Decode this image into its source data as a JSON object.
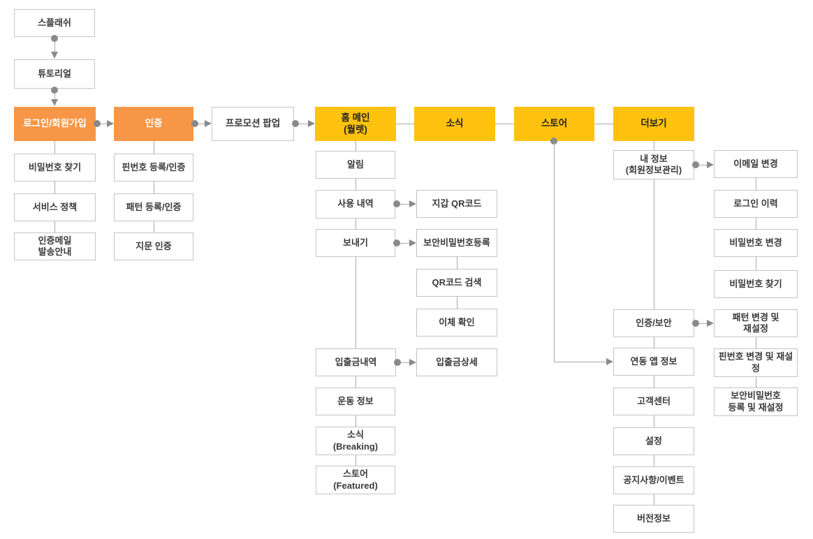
{
  "colors": {
    "primary_orange": "#F79646",
    "primary_yellow": "#FFC20E",
    "box_border": "#c4c4c4",
    "line_gray": "#a9a9a9",
    "connector_gray": "#8a8a8a",
    "text": "#3a3a3a"
  },
  "nodes": {
    "splash": {
      "label": "스플래쉬"
    },
    "tutorial": {
      "label": "튜토리얼"
    },
    "login": {
      "label": "로그인/회원가입"
    },
    "find_password": {
      "label": "비밀번호 찾기"
    },
    "service_policy": {
      "label": "서비스 정책"
    },
    "auth_mail": {
      "label": "인증메일\n발송안내"
    },
    "auth": {
      "label": "인증"
    },
    "pin_auth": {
      "label": "핀번호 등록/인증"
    },
    "pattern_auth": {
      "label": "패턴 등록/인증"
    },
    "fingerprint": {
      "label": "지문 인증"
    },
    "promo": {
      "label": "프로모션 팝업"
    },
    "home": {
      "label": "홈 메인\n(월렛)"
    },
    "news": {
      "label": "소식"
    },
    "store": {
      "label": "스토어"
    },
    "more": {
      "label": "더보기"
    },
    "notification": {
      "label": "알림"
    },
    "usage": {
      "label": "사용 내역"
    },
    "wallet_qr": {
      "label": "지갑 QR코드"
    },
    "send": {
      "label": "보내기"
    },
    "security_pw_register": {
      "label": "보안비밀번호등록"
    },
    "qr_search": {
      "label": "QR코드 검색"
    },
    "transfer_confirm": {
      "label": "이체 확인"
    },
    "tx_history": {
      "label": "입출금내역"
    },
    "tx_detail": {
      "label": "입출금상세"
    },
    "exercise": {
      "label": "운동 정보"
    },
    "news_breaking": {
      "label": "소식\n(Breaking)"
    },
    "store_featured": {
      "label": "스토어\n(Featured)"
    },
    "my_info": {
      "label": "내 정보\n(회원정보관리)"
    },
    "email_change": {
      "label": "이메일 변경"
    },
    "login_history": {
      "label": "로그인 이력"
    },
    "pw_change": {
      "label": "비밀번호 변경"
    },
    "pw_find": {
      "label": "비밀번호 찾기"
    },
    "auth_security": {
      "label": "인증/보안"
    },
    "pattern_reset": {
      "label": "패턴 변경 및\n재설정"
    },
    "linked_apps": {
      "label": "연동 앱 정보"
    },
    "pin_reset": {
      "label": "핀번호 변경 및 재설\n정"
    },
    "customer_center": {
      "label": "고객센터"
    },
    "security_pw_reset": {
      "label": "보안비밀번호\n등록 및 재설정"
    },
    "settings": {
      "label": "설정"
    },
    "notices": {
      "label": "공지사항/이벤트"
    },
    "version": {
      "label": "버전정보"
    }
  },
  "edges": {
    "dot_arrow": [
      [
        "splash",
        "tutorial"
      ],
      [
        "tutorial",
        "login"
      ],
      [
        "login",
        "auth"
      ],
      [
        "auth",
        "promo"
      ],
      [
        "promo",
        "home"
      ],
      [
        "usage",
        "wallet_qr"
      ],
      [
        "send",
        "security_pw_register"
      ],
      [
        "tx_history",
        "tx_detail"
      ],
      [
        "my_info",
        "email_change"
      ],
      [
        "auth_security",
        "pattern_reset"
      ],
      [
        "store",
        "linked_apps"
      ]
    ],
    "plain_line": [
      [
        "home",
        "news"
      ],
      [
        "news",
        "store"
      ],
      [
        "store",
        "more"
      ],
      [
        "login",
        "find_password"
      ],
      [
        "find_password",
        "service_policy"
      ],
      [
        "service_policy",
        "auth_mail"
      ],
      [
        "auth",
        "pin_auth"
      ],
      [
        "pin_auth",
        "pattern_auth"
      ],
      [
        "pattern_auth",
        "fingerprint"
      ],
      [
        "home",
        "notification"
      ],
      [
        "notification",
        "usage"
      ],
      [
        "usage",
        "send"
      ],
      [
        "send",
        "tx_history"
      ],
      [
        "tx_history",
        "exercise"
      ],
      [
        "exercise",
        "news_breaking"
      ],
      [
        "news_breaking",
        "store_featured"
      ],
      [
        "security_pw_register",
        "qr_search"
      ],
      [
        "qr_search",
        "transfer_confirm"
      ],
      [
        "more",
        "my_info"
      ],
      [
        "my_info",
        "auth_security"
      ],
      [
        "auth_security",
        "linked_apps"
      ],
      [
        "linked_apps",
        "customer_center"
      ],
      [
        "customer_center",
        "settings"
      ],
      [
        "settings",
        "notices"
      ],
      [
        "notices",
        "version"
      ],
      [
        "email_change",
        "login_history"
      ],
      [
        "login_history",
        "pw_change"
      ],
      [
        "pw_change",
        "pw_find"
      ],
      [
        "pattern_reset",
        "pin_reset"
      ],
      [
        "pin_reset",
        "security_pw_reset"
      ]
    ]
  }
}
